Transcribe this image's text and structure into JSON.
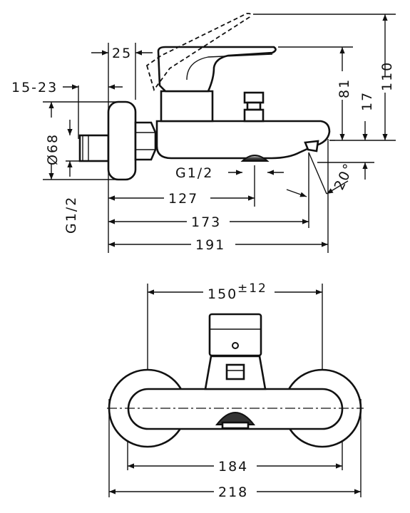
{
  "side_view": {
    "dims": {
      "spacer_width": "25",
      "wall_adjust": "15-23",
      "rosette_diameter": "Ø68",
      "thread_left": "G1/2",
      "total_height": "110",
      "lever_height": "81",
      "outlet_offset": "17",
      "thread_bottom": "G1/2",
      "spout_angle": "20°",
      "dist_127": "127",
      "dist_173": "173",
      "dist_191": "191"
    }
  },
  "front_view": {
    "dims": {
      "center_distance": "150",
      "center_tolerance": "±12",
      "rosette_span": "184",
      "total_width": "218"
    }
  },
  "colors": {
    "line": "#111111",
    "fill": "#ffffff",
    "dark_fill": "#333333"
  }
}
